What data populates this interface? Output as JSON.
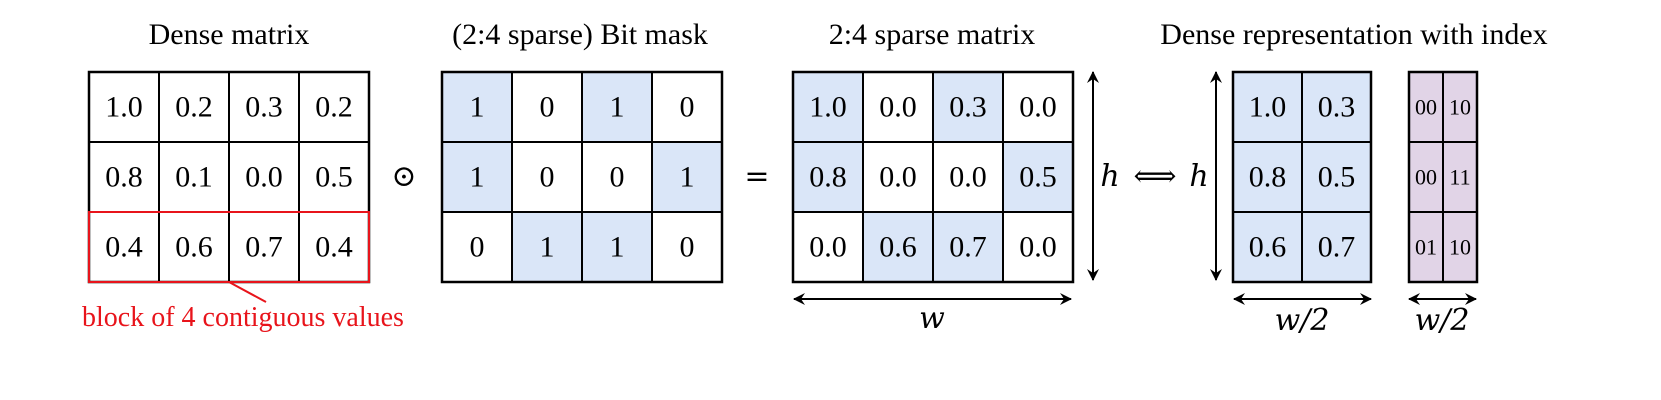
{
  "titles": {
    "dense": "Dense matrix",
    "mask": "(2:4 sparse) Bit mask",
    "sparse": "2:4 sparse matrix",
    "compressed": "Dense representation with index"
  },
  "operators": {
    "hadamard": "⊙",
    "equals": "=",
    "equivalent": "⟺"
  },
  "dimension_labels": {
    "h": "h",
    "w": "w",
    "w_half": "w/2"
  },
  "annotation": "block of 4 contiguous values",
  "colors": {
    "highlight": "#dae6f8",
    "index_fill": "#e1d4e7",
    "annotation_red": "#e8141b",
    "grid": "#000000"
  },
  "dense_matrix": [
    [
      "1.0",
      "0.2",
      "0.3",
      "0.2"
    ],
    [
      "0.8",
      "0.1",
      "0.0",
      "0.5"
    ],
    [
      "0.4",
      "0.6",
      "0.7",
      "0.4"
    ]
  ],
  "bit_mask": [
    [
      "1",
      "0",
      "1",
      "0"
    ],
    [
      "1",
      "0",
      "0",
      "1"
    ],
    [
      "0",
      "1",
      "1",
      "0"
    ]
  ],
  "sparse_matrix": [
    [
      "1.0",
      "0.0",
      "0.3",
      "0.0"
    ],
    [
      "0.8",
      "0.0",
      "0.0",
      "0.5"
    ],
    [
      "0.0",
      "0.6",
      "0.7",
      "0.0"
    ]
  ],
  "compressed_values": [
    [
      "1.0",
      "0.3"
    ],
    [
      "0.8",
      "0.5"
    ],
    [
      "0.6",
      "0.7"
    ]
  ],
  "indices": [
    [
      "00",
      "10"
    ],
    [
      "00",
      "11"
    ],
    [
      "01",
      "10"
    ]
  ]
}
